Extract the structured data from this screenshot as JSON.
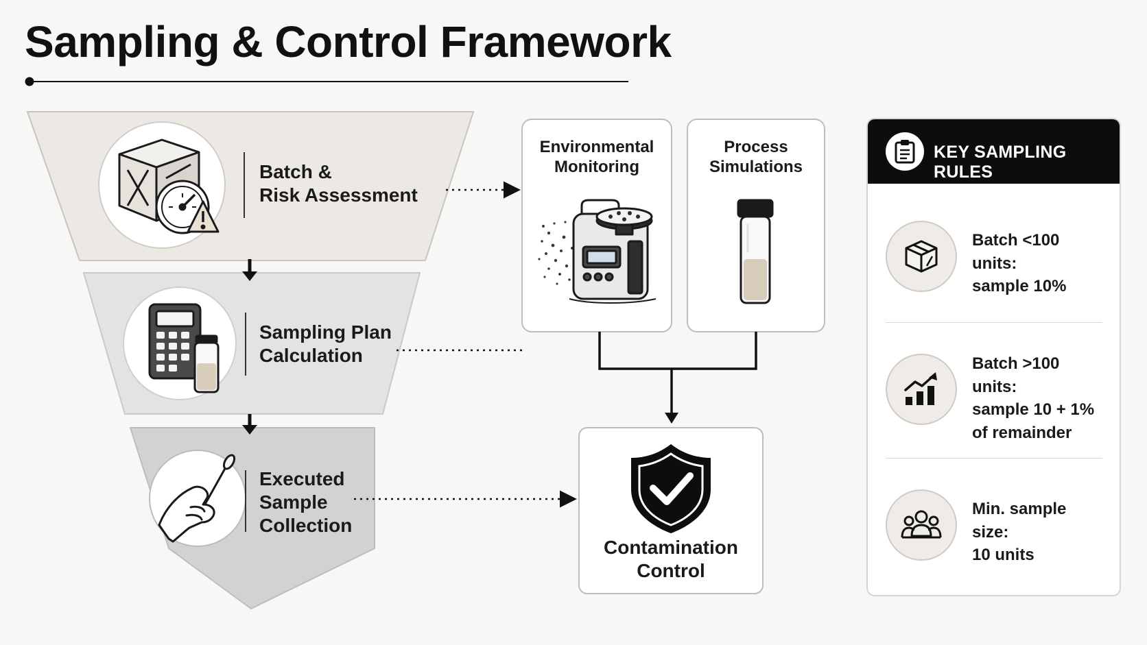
{
  "title": "Sampling & Control Framework",
  "stages": [
    {
      "id": "batch",
      "lines": [
        "Batch &",
        "Risk Assessment"
      ],
      "icon": "crate-gauge-warning-icon"
    },
    {
      "id": "plan",
      "lines": [
        "Sampling Plan",
        "Calculation"
      ],
      "icon": "calculator-vial-icon"
    },
    {
      "id": "collection",
      "lines": [
        "Executed",
        "Sample",
        "Collection"
      ],
      "icon": "hand-swab-icon"
    }
  ],
  "cards": [
    {
      "id": "env",
      "lines": [
        "Environmental",
        "Monitoring"
      ],
      "icon": "air-sampler-icon"
    },
    {
      "id": "proc",
      "lines": [
        "Process",
        "Simulations"
      ],
      "icon": "vial-icon"
    }
  ],
  "outcome": {
    "lines": [
      "Contamination",
      "Control"
    ],
    "icon": "shield-check-icon"
  },
  "rules_panel": {
    "header": "KEY SAMPLING RULES",
    "header_icon": "clipboard-icon",
    "rules": [
      {
        "icon": "box-icon",
        "lines": [
          "Batch <100 units:",
          "sample 10%"
        ]
      },
      {
        "icon": "growth-chart-icon",
        "lines": [
          "Batch >100 units:",
          "sample 10 + 1%",
          "of remainder"
        ]
      },
      {
        "icon": "people-icon",
        "lines": [
          "Min. sample size:",
          "10 units"
        ]
      }
    ]
  },
  "colors": {
    "stage1": "#ece9e4",
    "stage2": "#e3e3e3",
    "stage3": "#d2d2d2",
    "header": "#0d0d0d",
    "background": "#f7f7f6"
  }
}
